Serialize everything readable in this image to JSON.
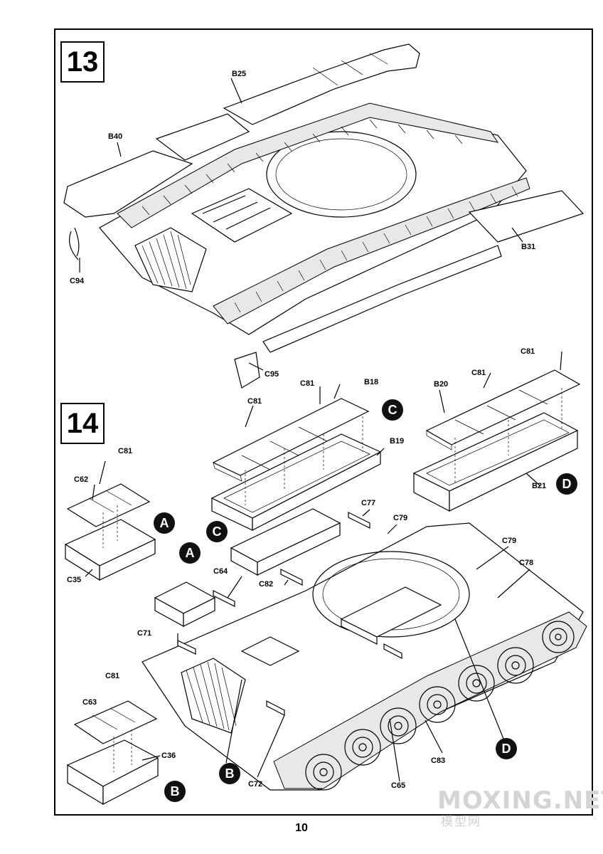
{
  "steps": {
    "step13": "13",
    "step14": "14"
  },
  "labels": {
    "b25": "B25",
    "b40": "B40",
    "c94": "C94",
    "b31": "B31",
    "c95": "C95",
    "c81_a": "C81",
    "c81_b": "C81",
    "c81_c": "C81",
    "c81_d": "C81",
    "c81_e": "C81",
    "c81_f": "C81",
    "b18": "B18",
    "b19": "B19",
    "b20": "B20",
    "b21": "B21",
    "c62": "C62",
    "c35": "C35",
    "c77": "C77",
    "c79_a": "C79",
    "c79_b": "C79",
    "c78": "C78",
    "c64": "C64",
    "c82": "C82",
    "c71": "C71",
    "c63": "C63",
    "c36": "C36",
    "c72": "C72",
    "c65": "C65",
    "c83": "C83"
  },
  "badges": {
    "a1": "A",
    "a2": "A",
    "b1": "B",
    "b2": "B",
    "c1": "C",
    "c2": "C",
    "d1": "D",
    "d2": "D"
  },
  "page": {
    "number": "10"
  },
  "watermark": {
    "text": "MOXING.NET",
    "sub": "模型网"
  }
}
